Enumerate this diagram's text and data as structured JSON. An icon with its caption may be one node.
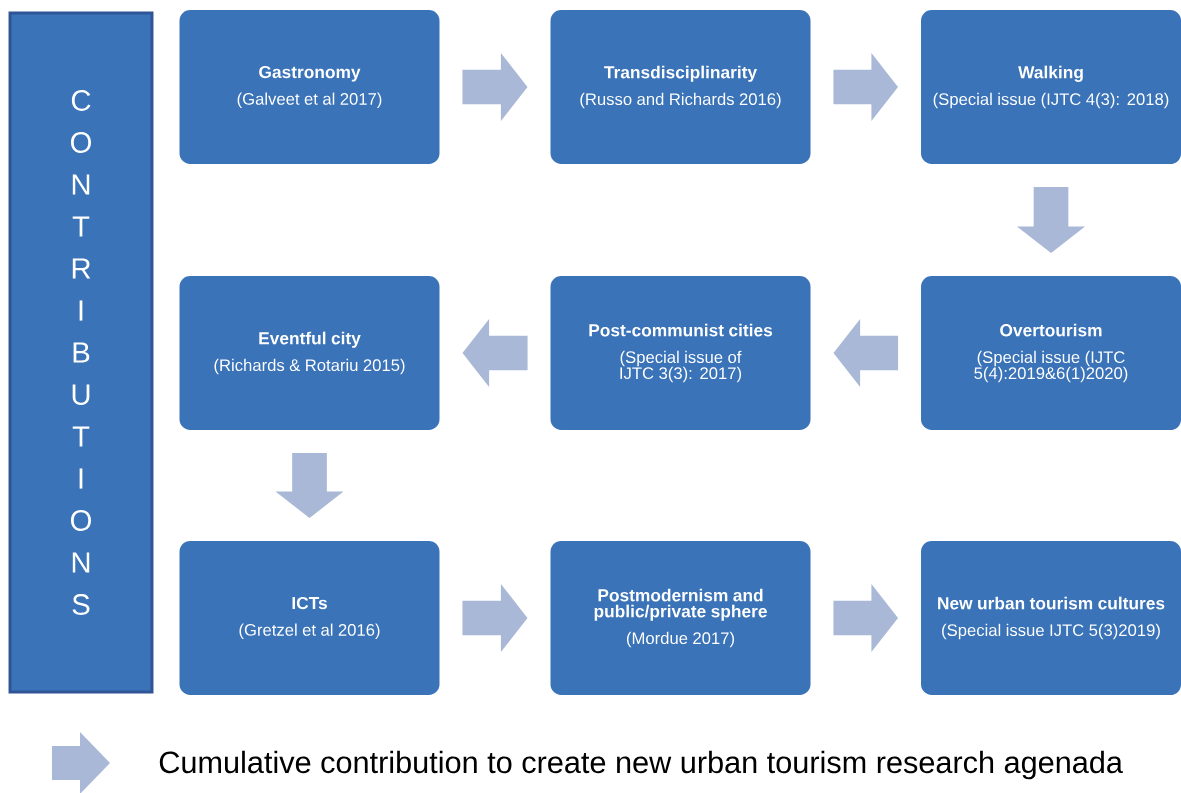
{
  "diagram": {
    "nodes": [
      {
        "text": [
          "CONTRIBUTIONS"
        ]
      },
      {
        "text": [
          "Gastronomy",
          "(Galveet et al 2017)"
        ]
      },
      {
        "text": [
          "Transdisciplinarity",
          "(Russo and Richards 2016)"
        ]
      },
      {
        "text": [
          "Walking",
          "(Special issue (IJTC 4(3): 2018)"
        ]
      },
      {
        "text": [
          "Overtourism",
          "(Special issue (IJTC 5(4):2019&6(1)2020)"
        ]
      },
      {
        "text": [
          "Post-communist cities",
          "(Special issue of IJTC 3(3): 2017)"
        ]
      },
      {
        "text": [
          "Eventful city",
          "(Richards & Rotariu 2015)"
        ]
      },
      {
        "text": [
          "ICTs",
          "(Gretzel et al 2016)"
        ]
      },
      {
        "text": [
          "Postmodernism and public/private sphere",
          "(Mordue 2017)"
        ]
      },
      {
        "text": [
          "New urban tourism cultures",
          "(Special issue IJTC 5(3)2019)"
        ]
      }
    ],
    "edges": [
      {
        "from": 1,
        "to": 2,
        "arrow": "to"
      },
      {
        "from": 2,
        "to": 3,
        "arrow": "to"
      },
      {
        "from": 3,
        "to": 4,
        "arrow": "to"
      },
      {
        "from": 4,
        "to": 5,
        "arrow": "to"
      },
      {
        "from": 5,
        "to": 6,
        "arrow": "to"
      },
      {
        "from": 6,
        "to": 7,
        "arrow": "to"
      },
      {
        "from": 7,
        "to": 8,
        "arrow": "to"
      },
      {
        "from": 8,
        "to": 9,
        "arrow": "to"
      }
    ],
    "legend": [
      {
        "text": "Cumulative contribution to create new urban tourism research agenada"
      }
    ]
  }
}
